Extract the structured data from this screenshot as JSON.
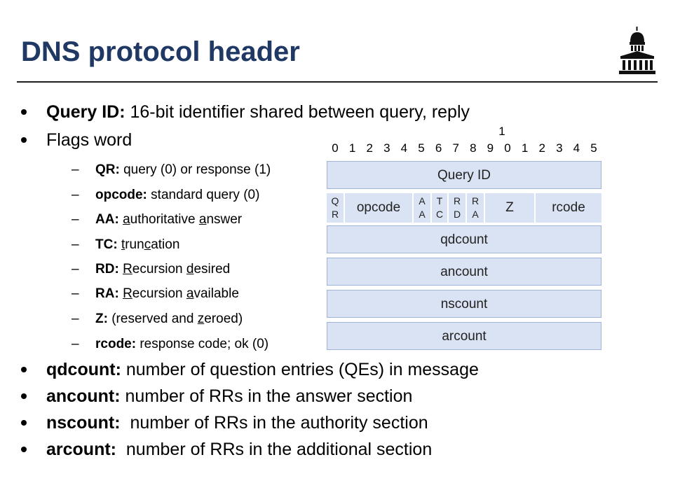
{
  "title": "DNS protocol header",
  "bullets": {
    "query_id": {
      "label": "Query ID:",
      "text": "16-bit identifier shared between query, reply"
    },
    "flags": {
      "text": "Flags word"
    },
    "qr": {
      "label": "QR:",
      "text": "query (0) or response (1)"
    },
    "opcode": {
      "label": "opcode:",
      "text": "standard query (0)"
    },
    "aa": {
      "label": "AA:",
      "pre": " ",
      "u1": "a",
      "mid": "uthoritative ",
      "u2": "a",
      "post": "nswer"
    },
    "tc": {
      "label": "TC:",
      "pre": " ",
      "u1": "t",
      "mid": "run",
      "u2": "c",
      "post": "ation"
    },
    "rd": {
      "label": "RD:",
      "pre": " ",
      "u1": "R",
      "mid": "ecursion ",
      "u2": "d",
      "post": "esired"
    },
    "ra": {
      "label": "RA:",
      "pre": " ",
      "u1": "R",
      "mid": "ecursion ",
      "u2": "a",
      "post": "vailable"
    },
    "z": {
      "label": "Z:",
      "pre": " (reserved and ",
      "u1": "z",
      "post": "eroed)"
    },
    "rcode": {
      "label": "rcode:",
      "text": " response code; ok (0)"
    },
    "qdcount": {
      "label": "qdcount:",
      "text": " number of question entries (QEs) in message"
    },
    "ancount": {
      "label": "ancount:",
      "text": " number of RRs in the answer section"
    },
    "nscount": {
      "label": "nscount:",
      "text": "  number of RRs in the authority section"
    },
    "arcount": {
      "label": "arcount:",
      "text": "  number of RRs in the additional section"
    }
  },
  "diagram": {
    "bit_numbers": [
      "0",
      "1",
      "2",
      "3",
      "4",
      "5",
      "6",
      "7",
      "8",
      "9",
      "0",
      "1",
      "2",
      "3",
      "4",
      "5"
    ],
    "bit_ten_prefix": "1",
    "rows": {
      "query_id": "Query ID",
      "qdcount": "qdcount",
      "ancount": "ancount",
      "nscount": "nscount",
      "arcount": "arcount"
    },
    "flags": {
      "qr_top": "Q",
      "qr_bottom": "R",
      "opcode": "opcode",
      "aa_top": "A",
      "aa_bottom": "A",
      "tc_top": "T",
      "tc_bottom": "C",
      "rd_top": "R",
      "rd_bottom": "D",
      "ra_top": "R",
      "ra_bottom": "A",
      "z": "Z",
      "rcode": "rcode"
    }
  },
  "colors": {
    "title": "#1f3864",
    "cell": "#dae3f3"
  },
  "icons": {
    "logo": "capitol-building-icon"
  }
}
